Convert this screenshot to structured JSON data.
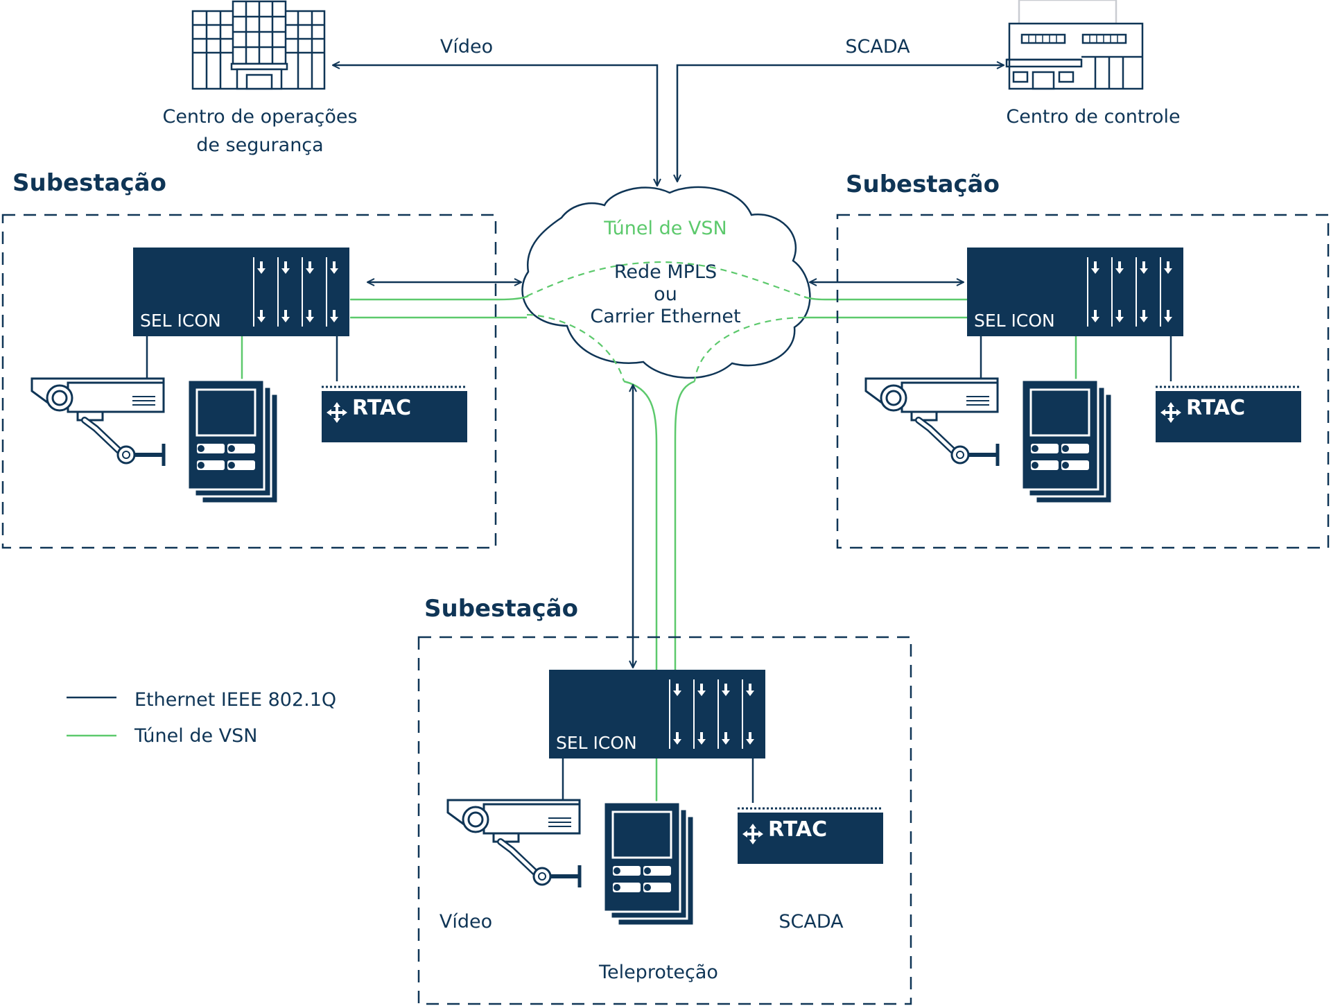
{
  "colors": {
    "navy": "#0f3556",
    "green": "#5cc96c",
    "background": "#ffffff"
  },
  "top": {
    "soc_label_1": "Centro de operações",
    "soc_label_2": "de segurança",
    "control_label": "Centro de controle",
    "video_label": "Vídeo",
    "scada_label": "SCADA"
  },
  "cloud": {
    "tunnel_label": "Túnel de VSN",
    "line1": "Rede MPLS",
    "line2": "ou",
    "line3": "Carrier Ethernet"
  },
  "substations": [
    {
      "title": "Subestação",
      "switch_label": "SEL ICON",
      "rtac_label": "RTAC"
    },
    {
      "title": "Subestação",
      "switch_label": "SEL ICON",
      "rtac_label": "RTAC"
    },
    {
      "title": "Subestação",
      "switch_label": "SEL ICON",
      "rtac_label": "RTAC",
      "video_label": "Vídeo",
      "teleprotection_label": "Teleproteção",
      "scada_label": "SCADA"
    }
  ],
  "legend": [
    {
      "label": "Ethernet IEEE 802.1Q",
      "color": "#0f3556"
    },
    {
      "label": "Túnel de VSN",
      "color": "#5cc96c"
    }
  ],
  "icons": [
    "office-building-icon",
    "control-center-building-icon",
    "security-camera-icon",
    "relay-panel-icon",
    "rtac-device-icon",
    "network-switch-icon",
    "cloud-icon"
  ]
}
